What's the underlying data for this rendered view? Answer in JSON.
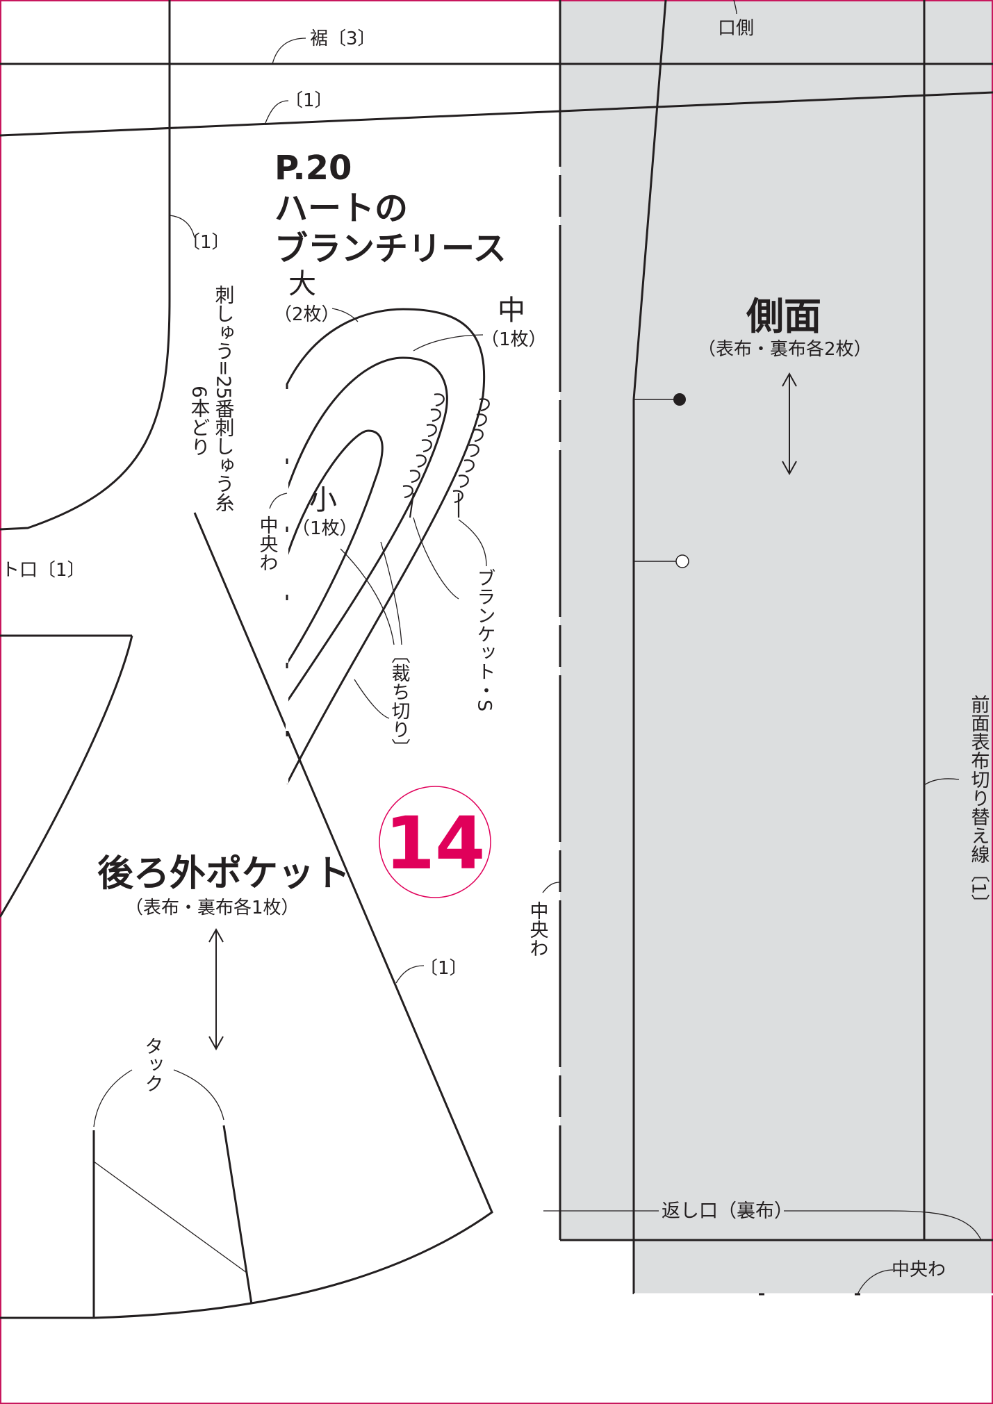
{
  "colors": {
    "line": "#231f20",
    "side_panel_fill": "#dcdedf",
    "border": "#c8175d",
    "badge": "#e0005a"
  },
  "hem": "裾〔3〕",
  "seam_1": "〔1〕",
  "opening_side": "口側",
  "pocket_opening": "ト口〔1〕",
  "title": {
    "line1": "P.20",
    "line2": "ハートの",
    "line3": "ブランチリース"
  },
  "embroidery_note": {
    "line1": "刺しゅう=25番刺しゅう糸",
    "line2": "6本どり"
  },
  "size_large": {
    "name": "大",
    "count": "（2枚）"
  },
  "size_medium": {
    "name": "中",
    "count": "（1枚）"
  },
  "size_small": {
    "name": "小",
    "count": "（1枚）"
  },
  "center_fold": "中央わ",
  "cut_edge": "〔裁ち切り〕",
  "blanket_stitch": "ブランケット・S",
  "pattern_number": "14",
  "back_pocket": {
    "name": "後ろ外ポケット",
    "count": "（表布・裏布各1枚）"
  },
  "tuck": "タック",
  "side_panel": {
    "name": "側面",
    "count": "（表布・裏布各2枚）"
  },
  "front_switch_line": "前面表布切り替え線〔1〕",
  "return_opening": "返し口（裏布）"
}
